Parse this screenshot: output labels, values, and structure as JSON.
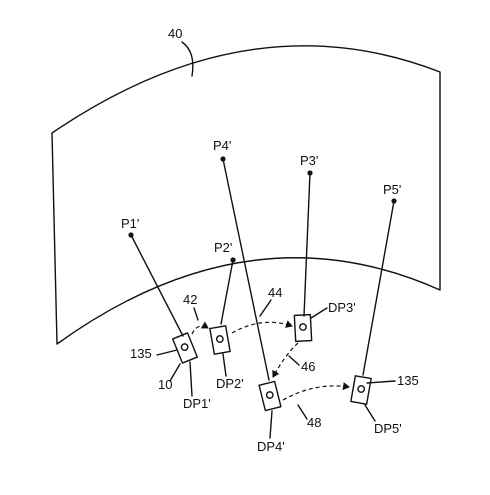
{
  "labels": {
    "screen_ref": "40",
    "p1": "P1'",
    "p2": "P2'",
    "p3": "P3'",
    "p4": "P4'",
    "p5": "P5'",
    "dp1": "DP1'",
    "dp2": "DP2'",
    "dp3": "DP3'",
    "dp4": "DP4'",
    "dp5": "DP5'",
    "ref_10": "10",
    "ref_135_left": "135",
    "ref_135_right": "135",
    "ref_42": "42",
    "ref_44": "44",
    "ref_46": "46",
    "ref_48": "48"
  }
}
